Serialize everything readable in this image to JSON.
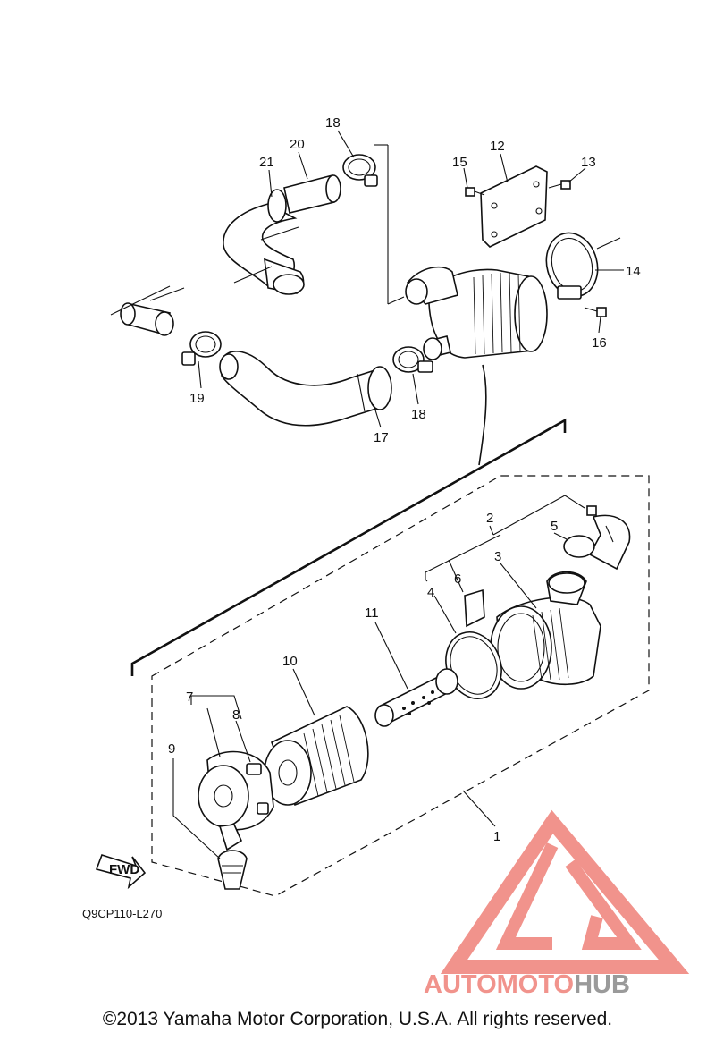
{
  "callouts": [
    {
      "id": "c1",
      "text": "1"
    },
    {
      "id": "c2",
      "text": "2"
    },
    {
      "id": "c3",
      "text": "3"
    },
    {
      "id": "c4",
      "text": "4"
    },
    {
      "id": "c5",
      "text": "5"
    },
    {
      "id": "c6",
      "text": "6"
    },
    {
      "id": "c7",
      "text": "7"
    },
    {
      "id": "c8",
      "text": "8"
    },
    {
      "id": "c9",
      "text": "9"
    },
    {
      "id": "c10",
      "text": "10"
    },
    {
      "id": "c11",
      "text": "11"
    },
    {
      "id": "c12",
      "text": "12"
    },
    {
      "id": "c13",
      "text": "13"
    },
    {
      "id": "c14",
      "text": "14"
    },
    {
      "id": "c15",
      "text": "15"
    },
    {
      "id": "c16",
      "text": "16"
    },
    {
      "id": "c17",
      "text": "17"
    },
    {
      "id": "c18a",
      "text": "18"
    },
    {
      "id": "c18b",
      "text": "18"
    },
    {
      "id": "c19",
      "text": "19"
    },
    {
      "id": "c20",
      "text": "20"
    },
    {
      "id": "c21",
      "text": "21"
    }
  ],
  "direction_badge": "FWD",
  "reference_code": "Q9CP110-L270",
  "copyright": "©2013 Yamaha Motor Corporation, U.S.A. All rights reserved.",
  "watermark": {
    "text_a": "AUTOMOTO",
    "text_b": "HUB",
    "color_primary": "#f1938c",
    "color_accent": "#f7c67a",
    "color_gray": "#9a9a9a"
  }
}
